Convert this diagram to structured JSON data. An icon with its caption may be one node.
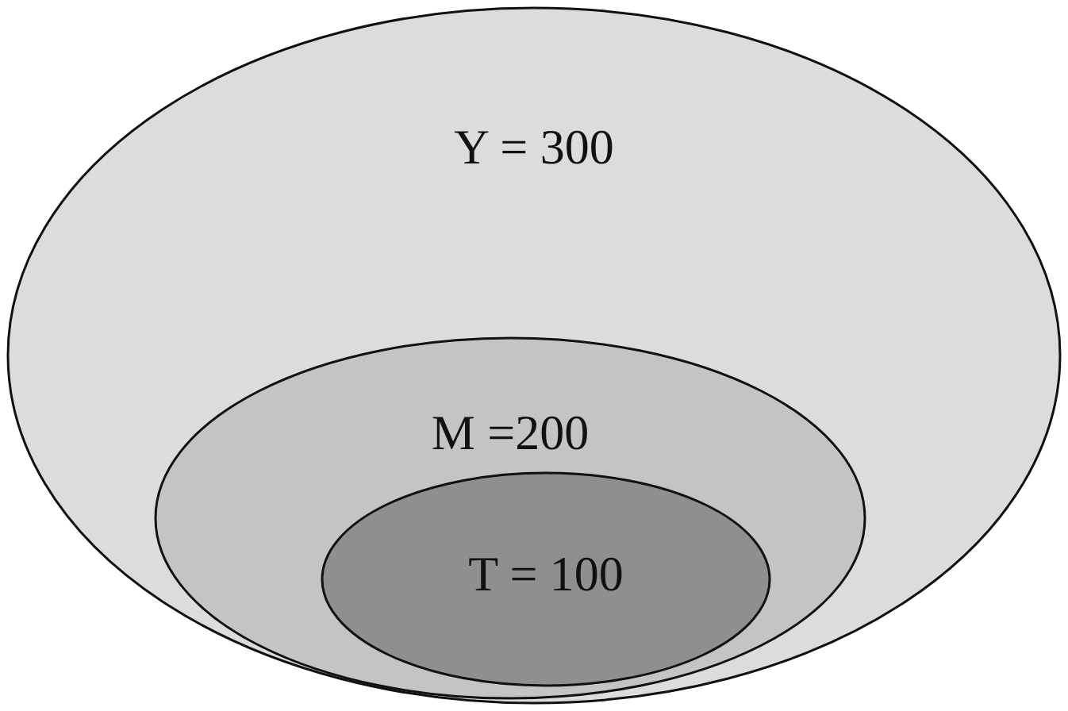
{
  "diagram": {
    "nodes": [
      {
        "text": [
          "Y = 300"
        ]
      },
      {
        "text": [
          "M =200"
        ],
        "in": 0
      },
      {
        "text": [
          "T = 100"
        ],
        "in": 1
      }
    ]
  }
}
